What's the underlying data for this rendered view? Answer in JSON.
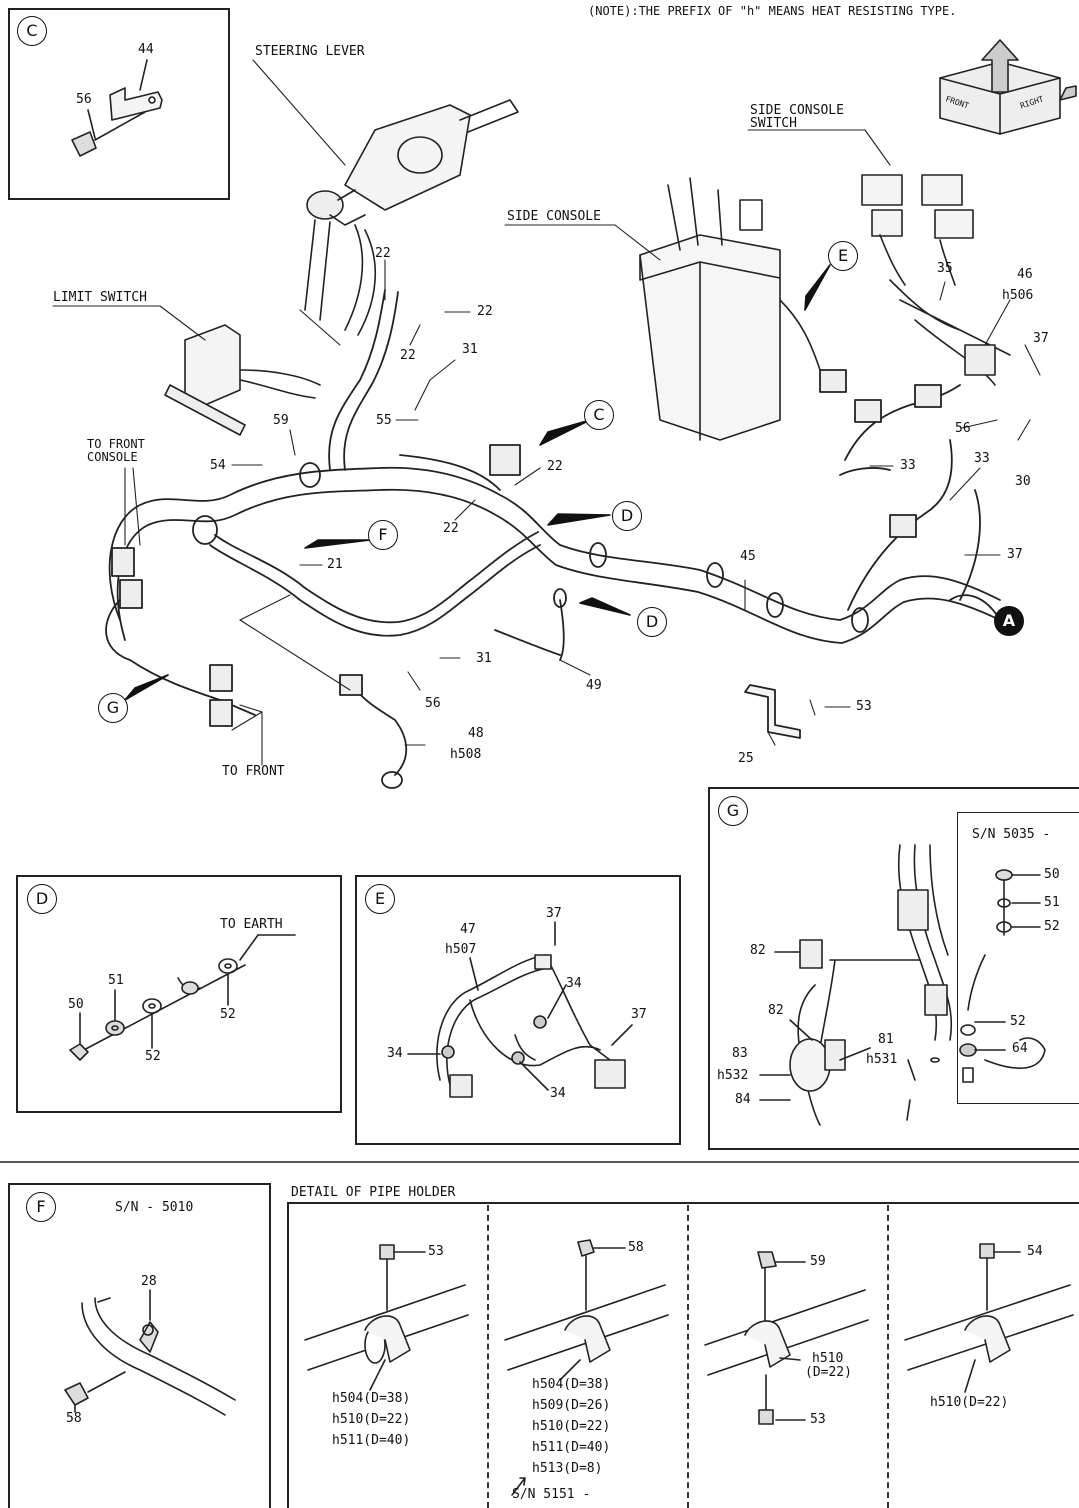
{
  "note": "(NOTE):THE PREFIX OF \"h\" MEANS HEAT RESISTING TYPE.",
  "orientation": {
    "front": "FRONT",
    "right": "RIGHT"
  },
  "main": {
    "steering_lever": "STEERING LEVER",
    "limit_switch": "LIMIT SWITCH",
    "side_console": "SIDE CONSOLE",
    "side_console_switch_1": "SIDE CONSOLE",
    "side_console_switch_2": "SWITCH",
    "to_front_console_1": "TO FRONT",
    "to_front_console_2": "CONSOLE",
    "to_front": "TO FRONT",
    "view_c": "C",
    "view_d1": "D",
    "view_d2": "D",
    "view_e": "E",
    "view_f": "F",
    "view_g": "G",
    "view_a": "A",
    "parts": {
      "p22a": "22",
      "p22b": "22",
      "p22c": "22",
      "p22d": "22",
      "p22e": "22",
      "p31a": "31",
      "p31b": "31",
      "p55": "55",
      "p59": "59",
      "p54": "54",
      "p21": "21",
      "p35": "35",
      "p46": "46",
      "h506": "h506",
      "p37a": "37",
      "p37b": "37",
      "p56a": "56",
      "p30": "30",
      "p33a": "33",
      "p33b": "33",
      "p45": "45",
      "p49": "49",
      "p56b": "56",
      "p48": "48",
      "h508": "h508",
      "p53": "53",
      "p25": "25"
    }
  },
  "detail_c": {
    "letter": "C",
    "p44": "44",
    "p56": "56"
  },
  "detail_d": {
    "letter": "D",
    "to_earth": "TO EARTH",
    "p50": "50",
    "p51": "51",
    "p52a": "52",
    "p52b": "52"
  },
  "detail_e": {
    "letter": "E",
    "p47": "47",
    "h507": "h507",
    "p37a": "37",
    "p37b": "37",
    "p34a": "34",
    "p34b": "34",
    "p34c": "34"
  },
  "detail_g": {
    "letter": "G",
    "sn": "S/N 5035 -",
    "p50": "50",
    "p51": "51",
    "p52a": "52",
    "p52b": "52",
    "p64": "64",
    "p82a": "82",
    "p82b": "82",
    "p81": "81",
    "h531": "h531",
    "p83": "83",
    "h532": "h532",
    "p84": "84"
  },
  "detail_f": {
    "letter": "F",
    "sn": "S/N - 5010",
    "p28": "28",
    "p58": "58"
  },
  "pipe_holder": {
    "title": "DETAIL OF PIPE HOLDER",
    "col1": {
      "bolt": "53",
      "l1": "h504(D=38)",
      "l2": "h510(D=22)",
      "l3": "h511(D=40)"
    },
    "col2": {
      "bolt": "58",
      "l1": "h504(D=38)",
      "l2": "h509(D=26)",
      "l3": "h510(D=22)",
      "l4": "h511(D=40)",
      "l5": "h513(D=8)",
      "sn": "S/N 5151 -"
    },
    "col3": {
      "bolt": "59",
      "l1": "h510",
      "l2": "(D=22)",
      "nut": "53"
    },
    "col4": {
      "bolt": "54",
      "l1": "h510(D=22)"
    }
  }
}
